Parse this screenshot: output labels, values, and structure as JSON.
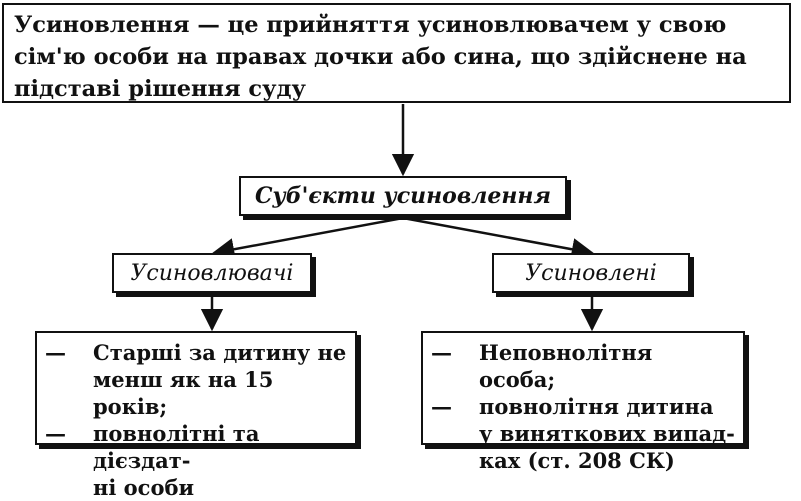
{
  "definition": {
    "term": "Усиновлення",
    "text": " — це прийняття усиновлювачем у свою сім'ю особи на правах дочки або сина, що здійснене на підставі рішення суду"
  },
  "subjects_title": "Суб'єкти усиновлення",
  "adopters": {
    "title": "Усиновлювачі",
    "items": [
      {
        "dash": "—",
        "text": "Старші за дитину не\nменш як на 15 років;"
      },
      {
        "dash": "—",
        "text": "повнолітні та дієздат-\nні особи"
      }
    ]
  },
  "adoptees": {
    "title": "Усиновлені",
    "items": [
      {
        "dash": "—",
        "text": "Неповнолітня особа;"
      },
      {
        "dash": "—",
        "text": "повнолітня дитина\nу виняткових випад-\nках (ст. 208 СК)"
      }
    ]
  }
}
